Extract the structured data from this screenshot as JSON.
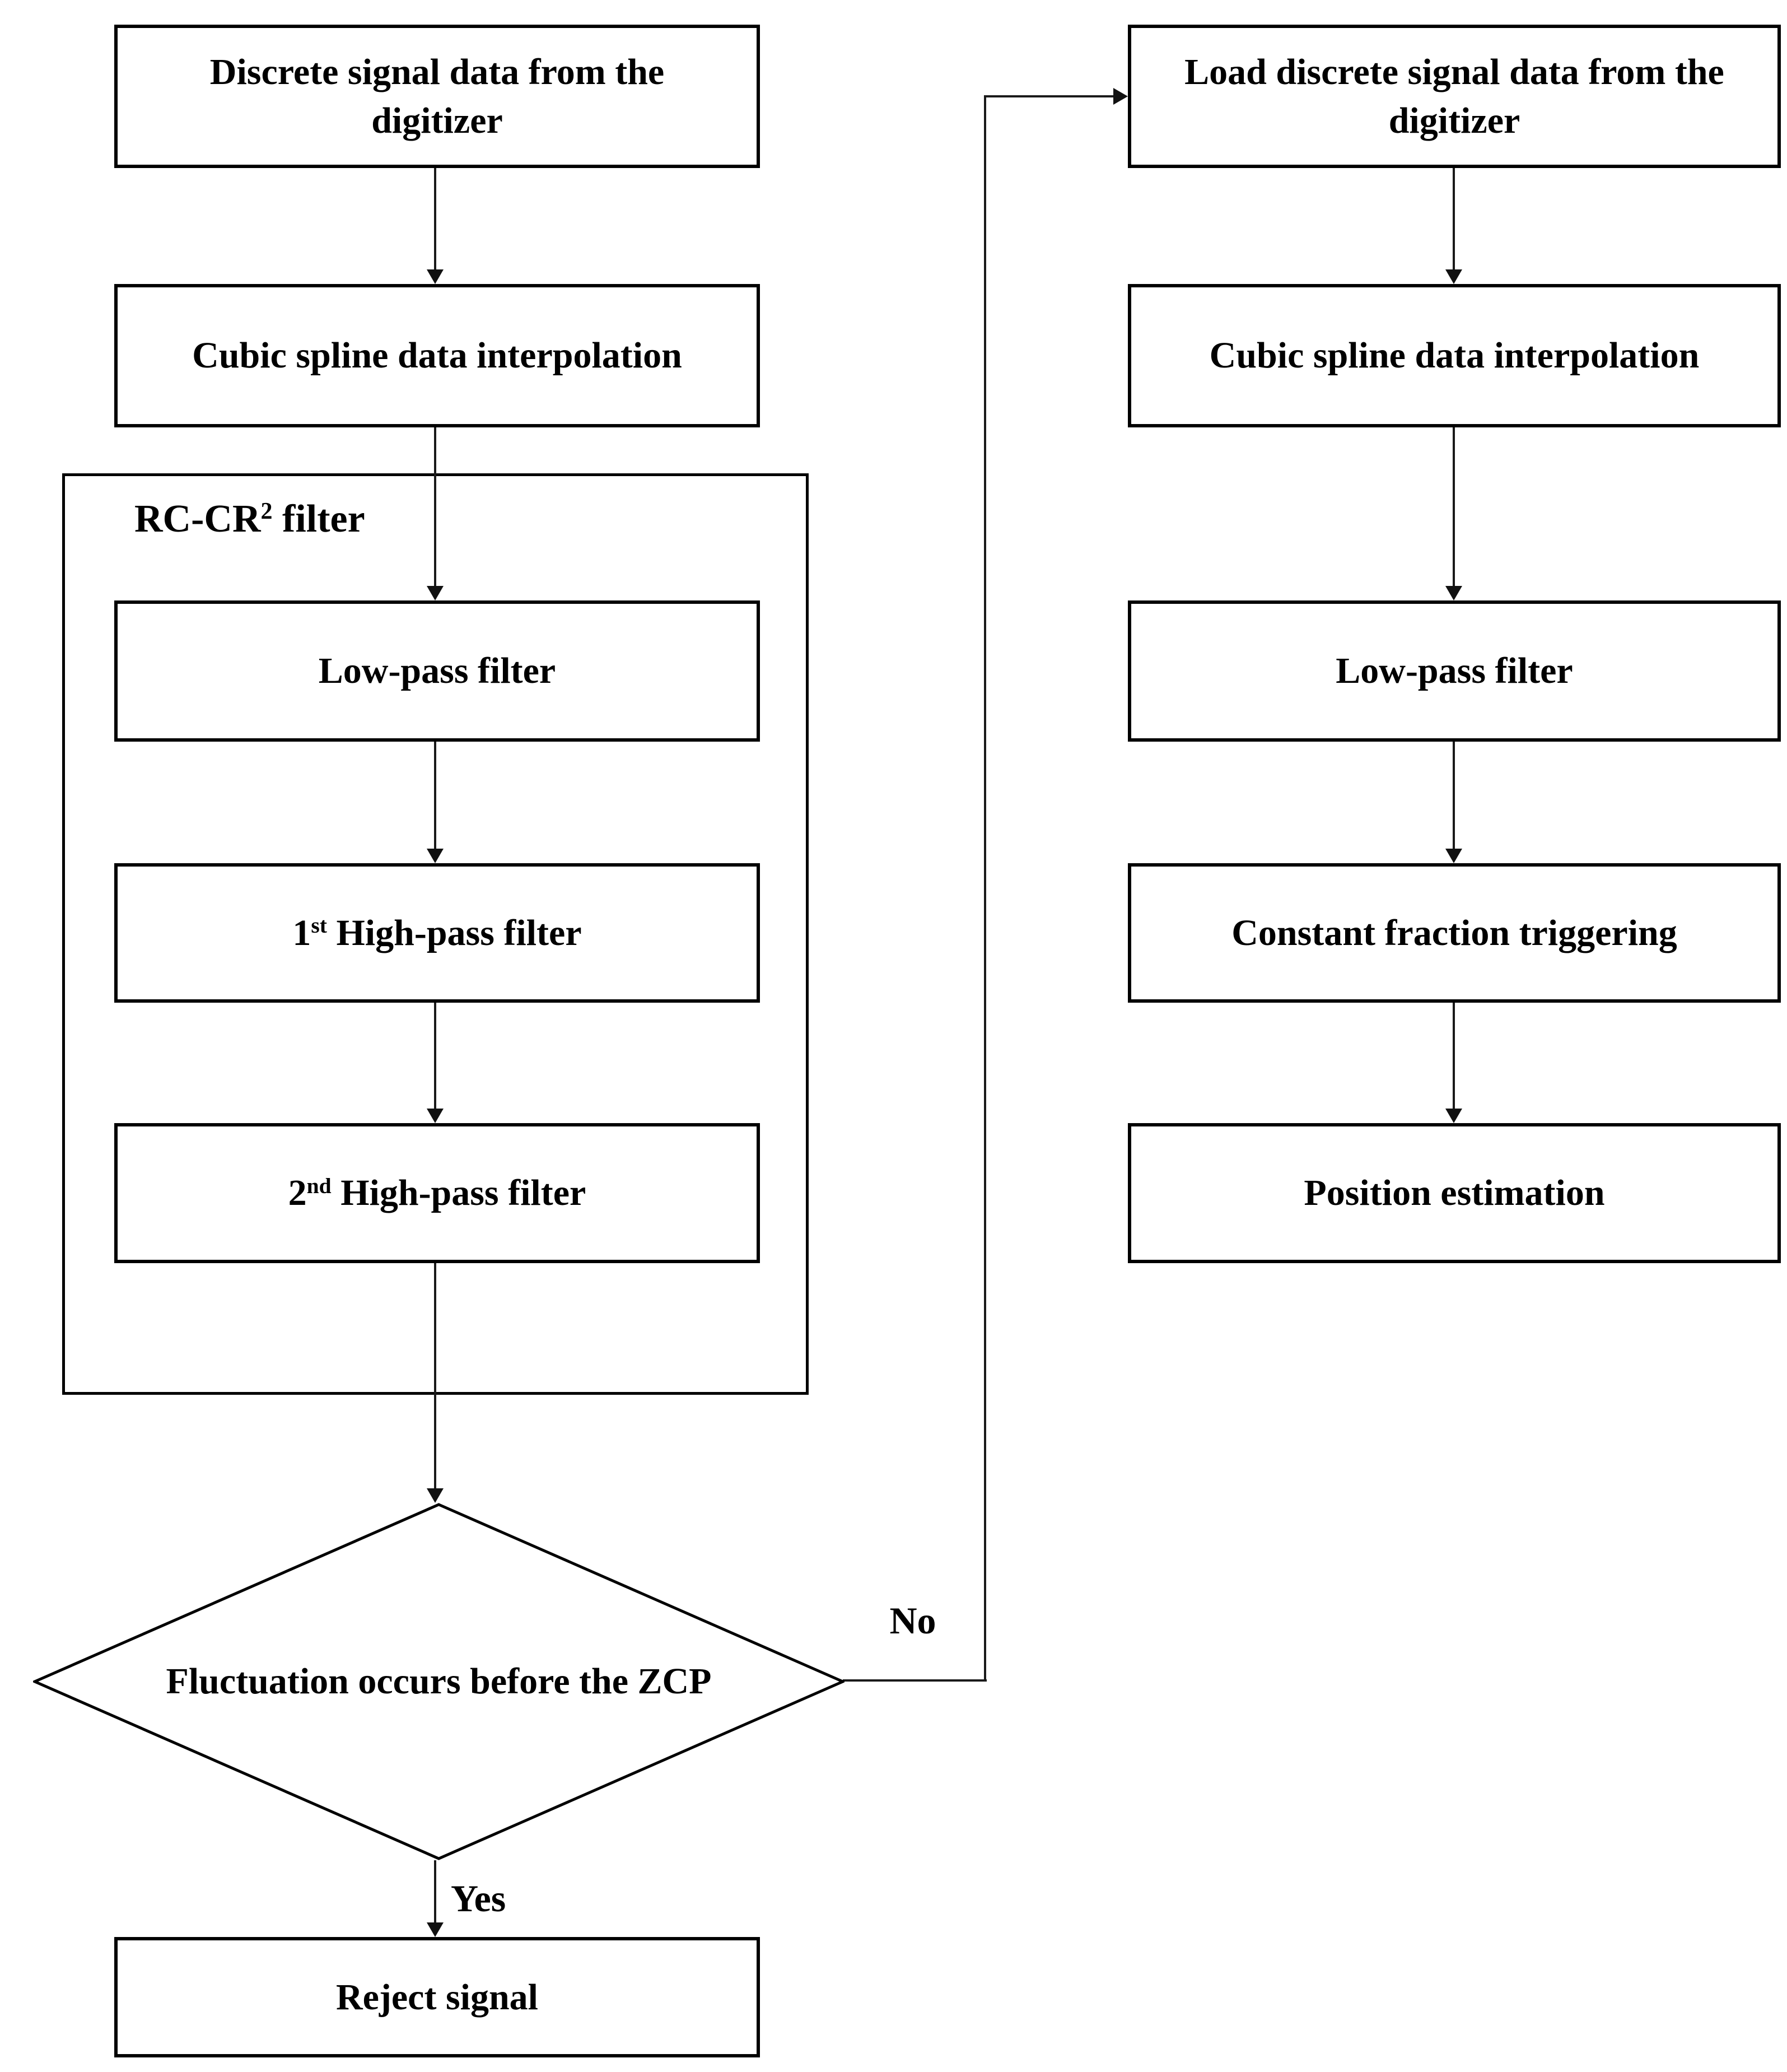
{
  "colors": {
    "ink": "#000000",
    "background": "#ffffff"
  },
  "left_flow": {
    "digitizer_box": "Discrete signal data from the digitizer",
    "interpolation_box": "Cubic spline data interpolation",
    "filter_group_label": {
      "base": "RC-CR",
      "sup": "2",
      "rest": " filter"
    },
    "low_pass_box": "Low-pass filter",
    "high_pass_1_box": {
      "base": "1",
      "sup": "st",
      "rest": " High-pass filter"
    },
    "high_pass_2_box": {
      "base": "2",
      "sup": "nd",
      "rest": " High-pass filter"
    },
    "decision_diamond": "Fluctuation occurs before the ZCP",
    "yes_label": "Yes",
    "no_label": "No",
    "reject_box": "Reject signal"
  },
  "right_flow": {
    "load_box": "Load discrete signal data from the digitizer",
    "interpolation_box": "Cubic spline data interpolation",
    "low_pass_box": "Low-pass filter",
    "cft_box": "Constant fraction triggering",
    "position_box": "Position estimation"
  }
}
